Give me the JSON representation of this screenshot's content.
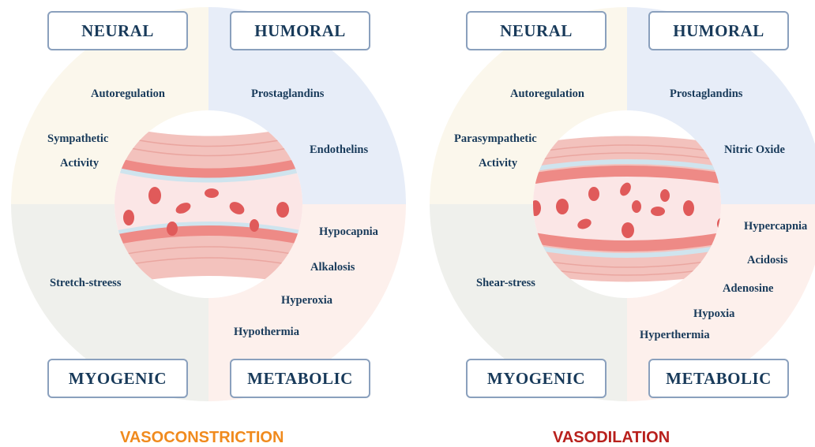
{
  "colors": {
    "neural_bg": "#fbf7ec",
    "humoral_bg": "#e7edf8",
    "myogenic_bg": "#eff0ec",
    "metabolic_bg": "#fdf0ec",
    "label_text": "#183a5a",
    "box_border": "#8aa0bd",
    "constriction_title": "#f08a1d",
    "dilation_title": "#b8201c"
  },
  "left": {
    "boxes": {
      "neural": "NEURAL",
      "humoral": "HUMORAL",
      "myogenic": "MYOGENIC",
      "metabolic": "METABOLIC"
    },
    "neural": {
      "autoregulation": "Autoregulation",
      "activity_line1": "Sympathetic",
      "activity_line2": "Activity"
    },
    "humoral": {
      "item1": "Prostaglandins",
      "item2": "Endothelins"
    },
    "myogenic": {
      "item1": "Stretch-streess"
    },
    "metabolic": {
      "item1": "Hypocapnia",
      "item2": "Alkalosis",
      "item3": "Hyperoxia",
      "item4": "Hypothermia"
    },
    "title": "VASOCONSTRICTION",
    "illustration_icon": "constricted-vessel-icon"
  },
  "right": {
    "boxes": {
      "neural": "NEURAL",
      "humoral": "HUMORAL",
      "myogenic": "MYOGENIC",
      "metabolic": "METABOLIC"
    },
    "neural": {
      "autoregulation": "Autoregulation",
      "activity_line1": "Parasympathetic",
      "activity_line2": "Activity"
    },
    "humoral": {
      "item1": "Prostaglandins",
      "item2": "Nitric Oxide"
    },
    "myogenic": {
      "item1": "Shear-stress"
    },
    "metabolic": {
      "item1": "Hypercapnia",
      "item2": "Acidosis",
      "item3": "Adenosine",
      "item4": "Hypoxia",
      "item5": "Hyperthermia"
    },
    "title": "VASODILATION",
    "illustration_icon": "dilated-vessel-icon"
  }
}
